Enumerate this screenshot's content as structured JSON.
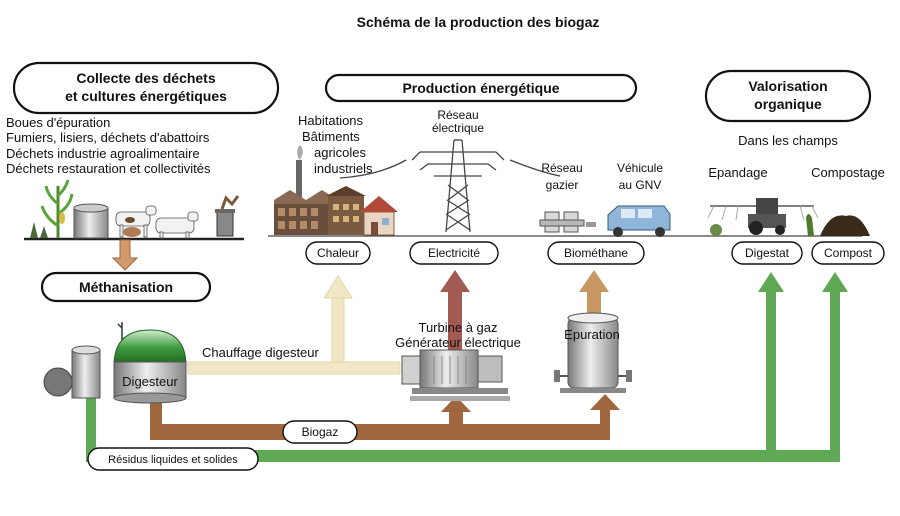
{
  "title": "Schéma de la production des biogaz",
  "sections": {
    "collecte": {
      "line1": "Collecte des déchets",
      "line2": "et cultures énergétiques"
    },
    "production": "Production énergétique",
    "valorisation": {
      "line1": "Valorisation",
      "line2": "organique"
    }
  },
  "sources": [
    "Boues d'épuration",
    "Fumiers, lisiers, déchets d'abattoirs",
    "Déchets industrie agroalimentaire",
    "Déchets restauration et collectivités"
  ],
  "habitations": [
    "Habitations",
    "Bâtiments",
    "agricoles",
    "industriels"
  ],
  "reseau_electrique": [
    "Réseau",
    "électrique"
  ],
  "reseau_gazier": [
    "Réseau",
    "gazier"
  ],
  "vehicule": [
    "Véhicule",
    "au GNV"
  ],
  "dans_les_champs": "Dans les champs",
  "epandage": "Epandage",
  "compostage": "Compostage",
  "outputs": {
    "chaleur": "Chaleur",
    "electricite": "Electricité",
    "biomethane": "Biométhane",
    "digestat": "Digestat",
    "compost": "Compost"
  },
  "methanisation": "Méthanisation",
  "digesteur": "Digesteur",
  "chauffage_digesteur": "Chauffage digesteur",
  "turbine": [
    "Turbine à gaz",
    "Générateur électrique"
  ],
  "epuration": "Epuration",
  "biogaz": "Biogaz",
  "residus": "Résidus liquides et solides",
  "colors": {
    "green_flow": "#5fa855",
    "brown_flow": "#a0673e",
    "heat_flow": "#f1e7c4",
    "elec_flow": "#a35a52",
    "biomethane_flow": "#c99763"
  }
}
